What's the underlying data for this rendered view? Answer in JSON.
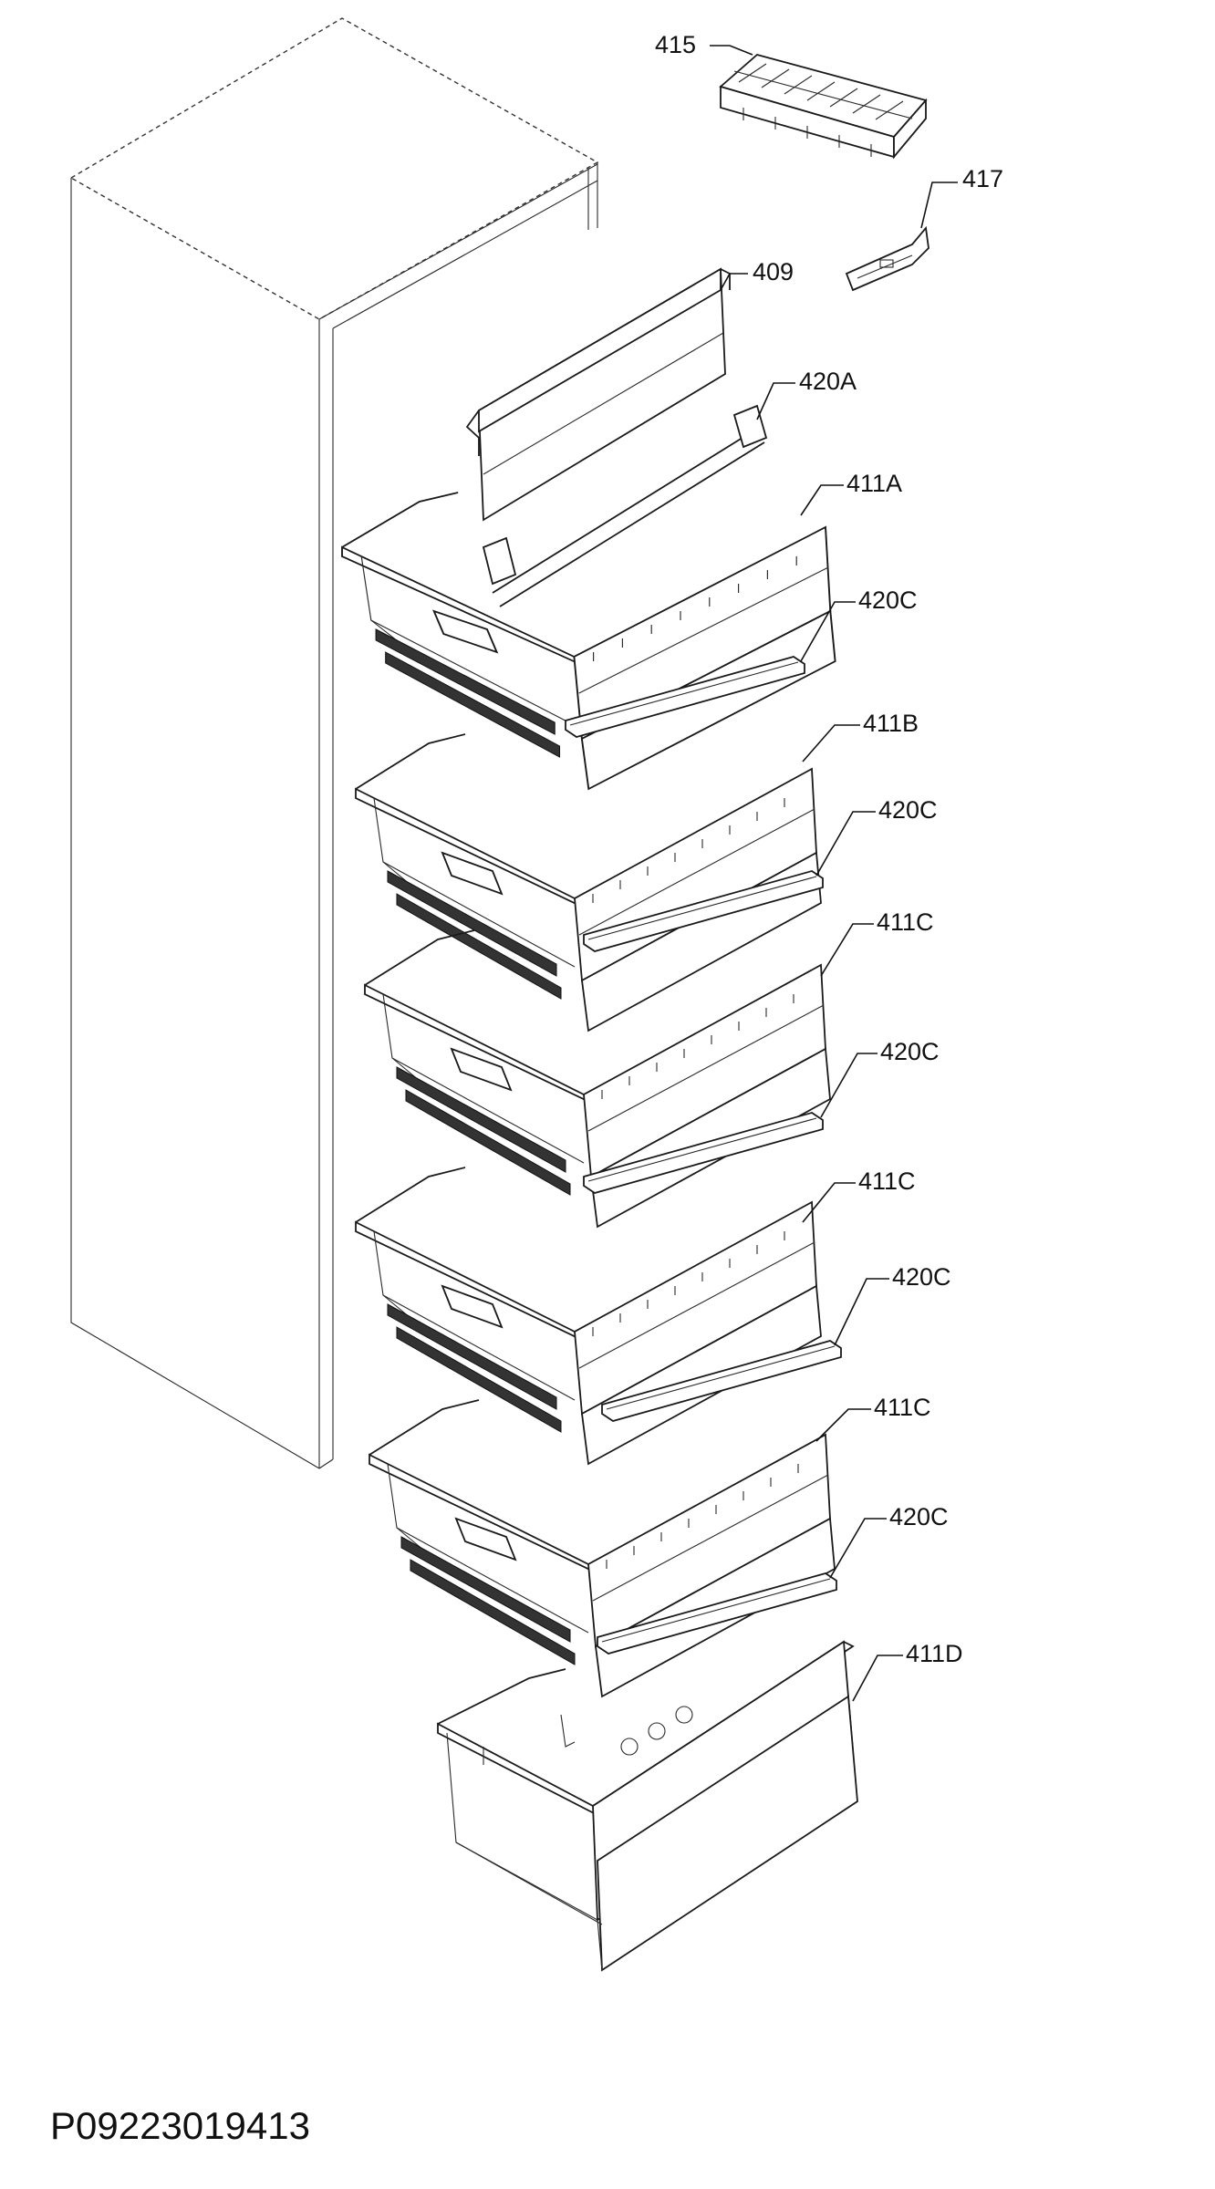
{
  "callouts": [
    {
      "id": "c415",
      "text": "415"
    },
    {
      "id": "c417",
      "text": "417"
    },
    {
      "id": "c409",
      "text": "409"
    },
    {
      "id": "c420a",
      "text": "420A"
    },
    {
      "id": "c411a",
      "text": "411A"
    },
    {
      "id": "c420c1",
      "text": "420C"
    },
    {
      "id": "c411b",
      "text": "411B"
    },
    {
      "id": "c420c2",
      "text": "420C"
    },
    {
      "id": "c411c1",
      "text": "411C"
    },
    {
      "id": "c420c3",
      "text": "420C"
    },
    {
      "id": "c411c2",
      "text": "411C"
    },
    {
      "id": "c420c4",
      "text": "420C"
    },
    {
      "id": "c411c3",
      "text": "411C"
    },
    {
      "id": "c420c5",
      "text": "420C"
    },
    {
      "id": "c411d",
      "text": "411D"
    }
  ],
  "document_id": "P09223019413"
}
